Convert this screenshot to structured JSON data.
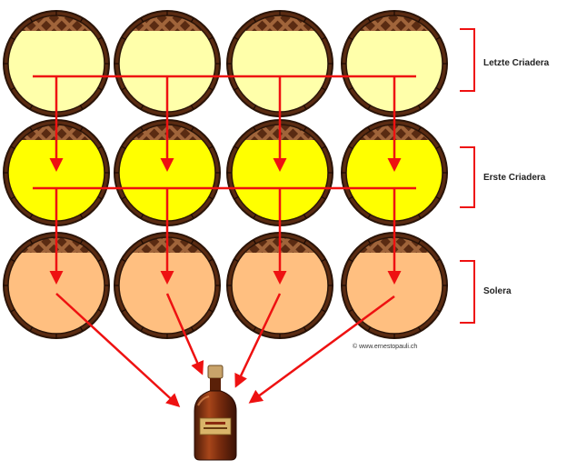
{
  "tiers": [
    {
      "label": "Letzte Criadera",
      "fill": "#ffffaa"
    },
    {
      "label": "Erste Criadera",
      "fill": "#ffff00"
    },
    {
      "label": "Solera",
      "fill": "#ffbf80"
    }
  ],
  "copyright": "© www.ernestopauli.ch",
  "colors": {
    "barrel_wood": "#5a2b12",
    "barrel_lattice": "#9a5a30",
    "barrel_rim": "#2a1408",
    "flow_arrow": "#ee1111",
    "bracket": "#ee1111"
  },
  "icons": [
    "barrel-icon",
    "arrow-icon",
    "bracket-icon",
    "bottle-icon"
  ]
}
